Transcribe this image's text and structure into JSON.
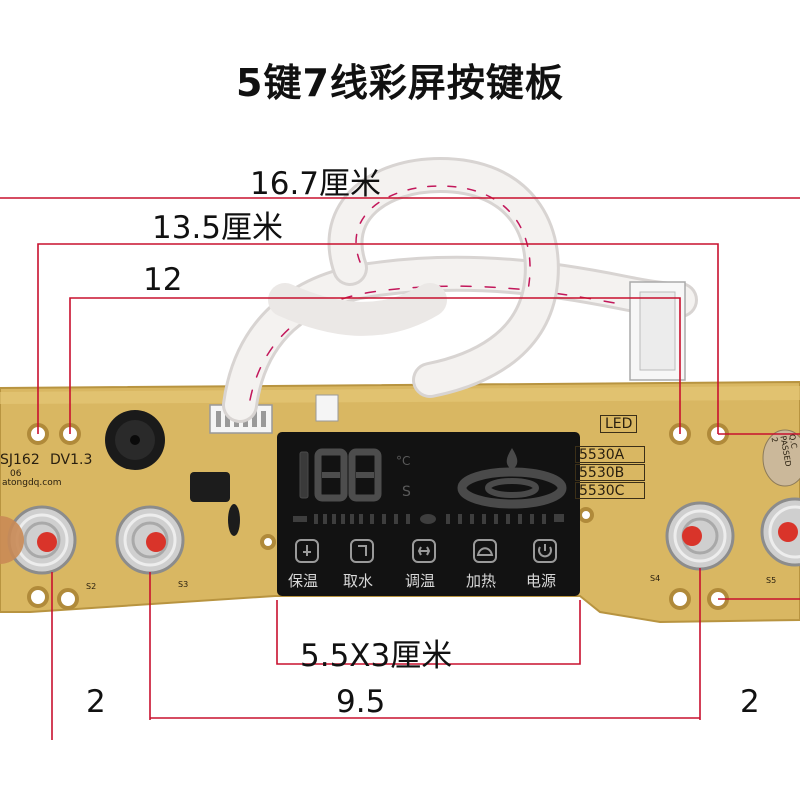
{
  "title": "5键7线彩屏按键板",
  "dimensions": {
    "total_width": "16.7厘米",
    "hole_span": "13.5厘米",
    "inner_span": "12",
    "screen_size": "5.5X3厘米",
    "left_spacing": "2",
    "middle_spacing": "9.5",
    "right_spacing": "2"
  },
  "board": {
    "model": "SJ162",
    "version": "DV1.3",
    "small_text": "06",
    "website": "atongdq.com",
    "led_label": "LED",
    "variants": [
      "5530A",
      "5530B",
      "5530C"
    ],
    "qc_sticker": "Q.C PASSED 2",
    "switch_labels": [
      "S2",
      "S3",
      "S4",
      "S5"
    ]
  },
  "display": {
    "digits": "188",
    "temp_unit": "°C",
    "time_unit": "S",
    "buttons": [
      {
        "label": "保温",
        "icon": "keep-warm-icon"
      },
      {
        "label": "取水",
        "icon": "dispense-water-icon"
      },
      {
        "label": "调温",
        "icon": "adjust-temp-icon"
      },
      {
        "label": "加热",
        "icon": "heat-kettle-icon"
      },
      {
        "label": "电源",
        "icon": "power-icon"
      }
    ]
  },
  "colors": {
    "dimension_line": "#c8102e",
    "pcb": "#d9b762",
    "screen": "#121212",
    "cable": "#f4f2f0",
    "cable_stripe": "#c2185b"
  }
}
